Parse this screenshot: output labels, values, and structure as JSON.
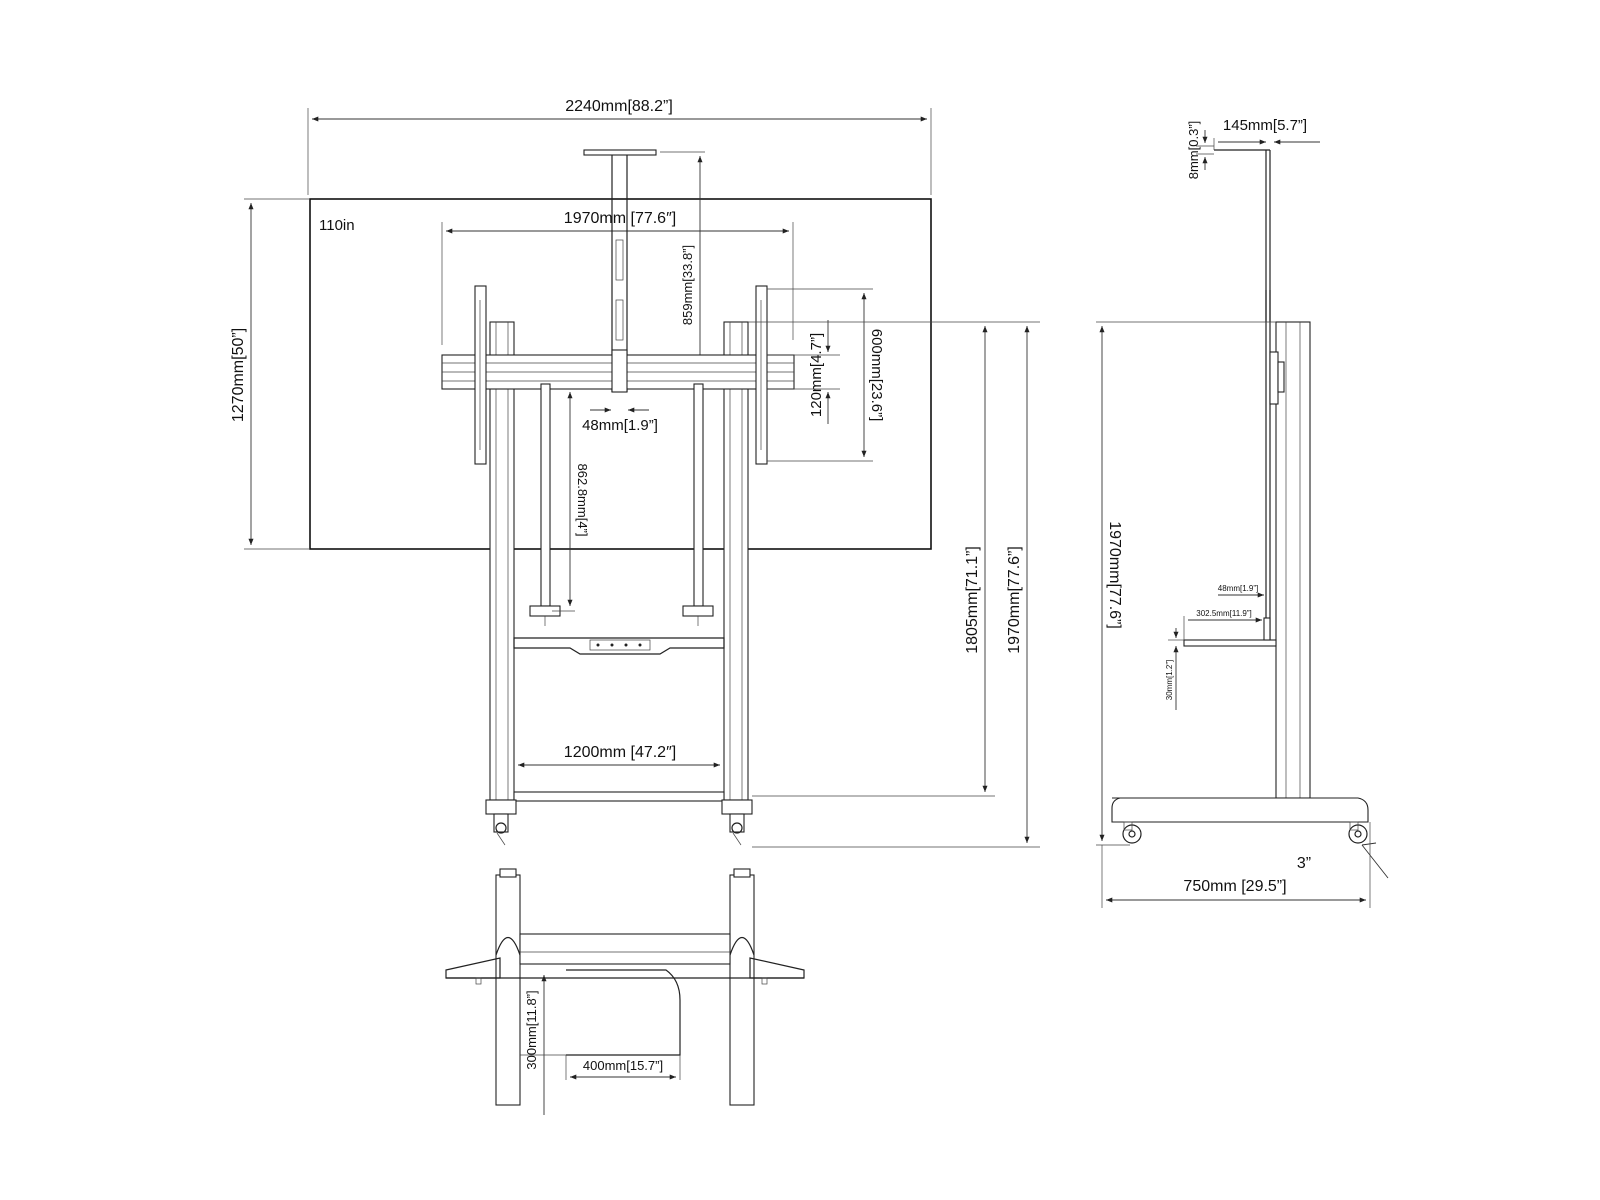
{
  "front_view": {
    "screen_size": "110in",
    "overall_width": "2240mm[88.2”]",
    "screen_height": "1270mm[50”]",
    "vesa_width": "1970mm [77.6″]",
    "arm_height": "859mm[33.8”]",
    "bracket_spacing": "120mm[4.7”]",
    "vesa_height": "600mm[23.6”]",
    "bar_width": "48mm[1.9”]",
    "drop_height": "862.8mm[4”]",
    "base_spacing": "1200mm [47.2″]",
    "mount_height": "1805mm[71.1”]",
    "total_height": "1970mm[77.6”]"
  },
  "top_view": {
    "shelf_depth": "300mm[11.8”]",
    "shelf_width": "400mm[15.7”]"
  },
  "side_view": {
    "offset": "8mm[0.3”]",
    "top_depth": "145mm[5.7”]",
    "total_height": "1970mm[77.6”]",
    "bar_width": "48mm[1.9”]",
    "shelf_reach": "302.5mm[11.9”]",
    "shelf_height": "30mm[1.2”]",
    "caster_size": "3”",
    "base_depth": "750mm [29.5”]"
  }
}
